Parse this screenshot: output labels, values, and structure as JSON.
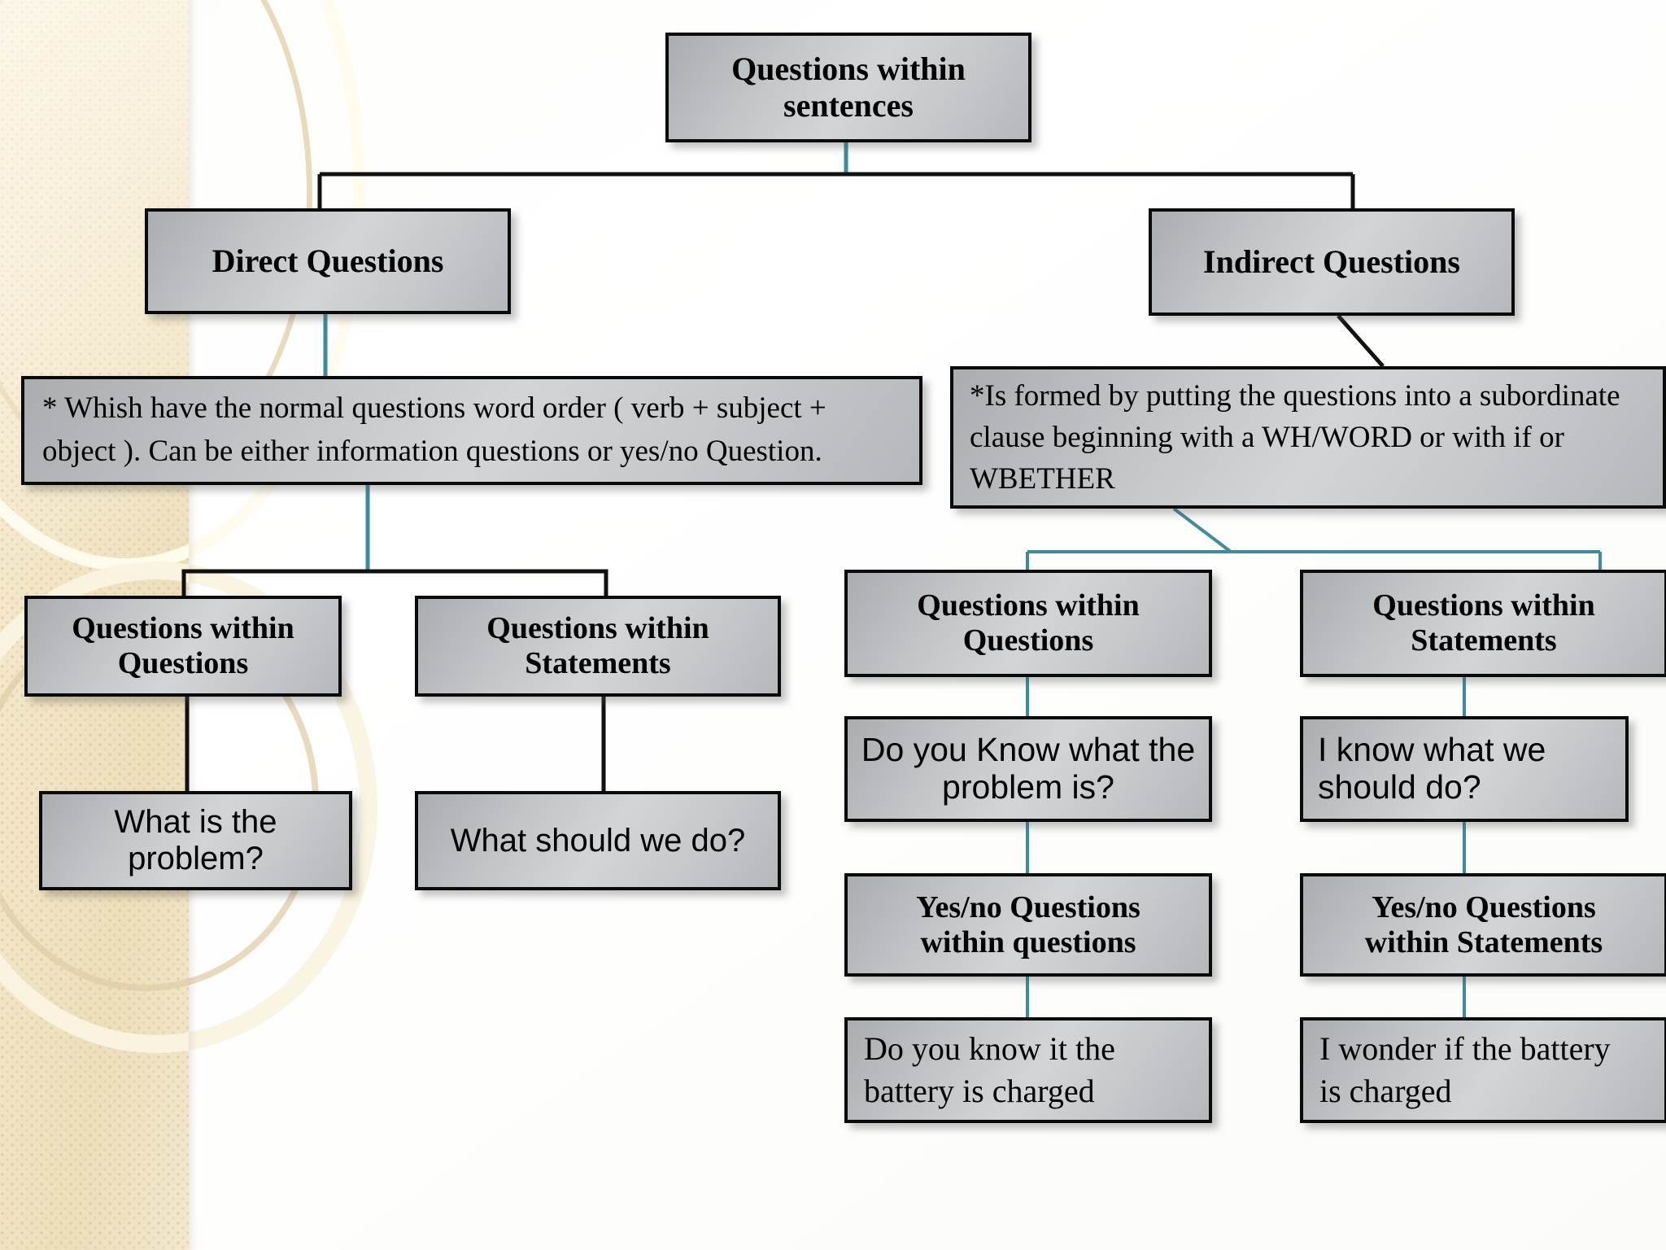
{
  "slide": {
    "title": "Questions within sentences",
    "background_color": "#ffffff",
    "band_color": "#f0e3c2",
    "box_fill": "#c6c9cc",
    "box_border": "#0a0a0a",
    "connector_black": "#111111",
    "connector_teal": "#3f8b9b"
  },
  "nodes": {
    "root": {
      "label": "Questions within\nsentences"
    },
    "direct": {
      "label": "Direct Questions"
    },
    "indirect": {
      "label": "Indirect Questions"
    },
    "direct_desc": {
      "label": "* Whish have the normal questions word  order ( verb + subject + object ). Can be either information questions or yes/no Question."
    },
    "indirect_desc": {
      "label": "*Is formed by putting the questions into a subordinate clause beginning with a WH/WORD or with if or WBETHER"
    },
    "direct_qwq": {
      "label": "Questions within\nQuestions"
    },
    "direct_qws": {
      "label": "Questions within\nStatements"
    },
    "direct_qwq_ex": {
      "label": "What is the\nproblem?"
    },
    "direct_qws_ex": {
      "label": "What should we do?"
    },
    "indirect_qwq": {
      "label": "Questions within\nQuestions"
    },
    "indirect_qws": {
      "label": "Questions within\nStatements"
    },
    "indirect_qwq_ex": {
      "label": "Do you Know what the\nproblem is?"
    },
    "indirect_qws_ex": {
      "label": "I know what we\nshould do?"
    },
    "indirect_ynq": {
      "label": "Yes/no Questions\nwithin questions"
    },
    "indirect_yns": {
      "label": "Yes/no Questions\nwithin Statements"
    },
    "indirect_ynq_ex": {
      "label": "Do you know it the\nbattery is charged"
    },
    "indirect_yns_ex": {
      "label": "I wonder if the battery\nis charged"
    }
  }
}
